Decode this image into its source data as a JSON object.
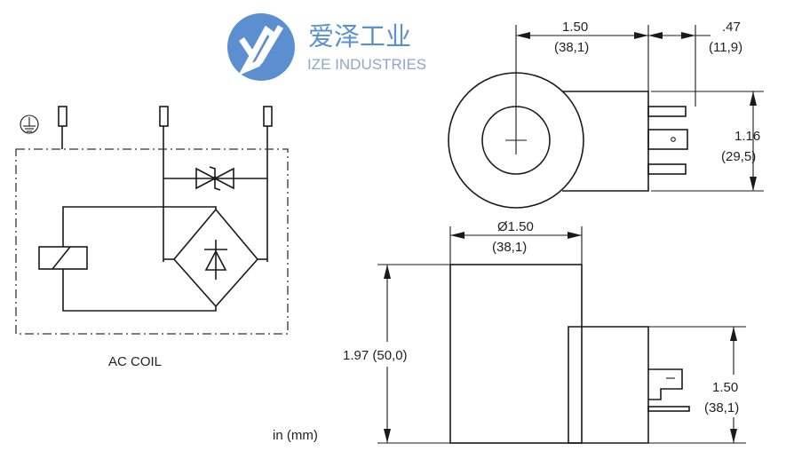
{
  "logo": {
    "cn_text": "爱泽工业",
    "en_text": "IZE INDUSTRIES",
    "color": "#5b8fd0"
  },
  "schematic": {
    "caption": "AC COIL"
  },
  "units_note": "in (mm)",
  "dims": {
    "top_width": "1.50",
    "top_width_mm": "(38,1)",
    "pin_width": ".47",
    "pin_width_mm": "(11,9)",
    "conn_height": "1.16",
    "conn_height_mm": "(29,5)",
    "dia": "Ø1.50",
    "dia_mm": "(38,1)",
    "height": "1.97 (50,0)",
    "side_conn": "1.50",
    "side_conn_mm": "(38,1)"
  }
}
